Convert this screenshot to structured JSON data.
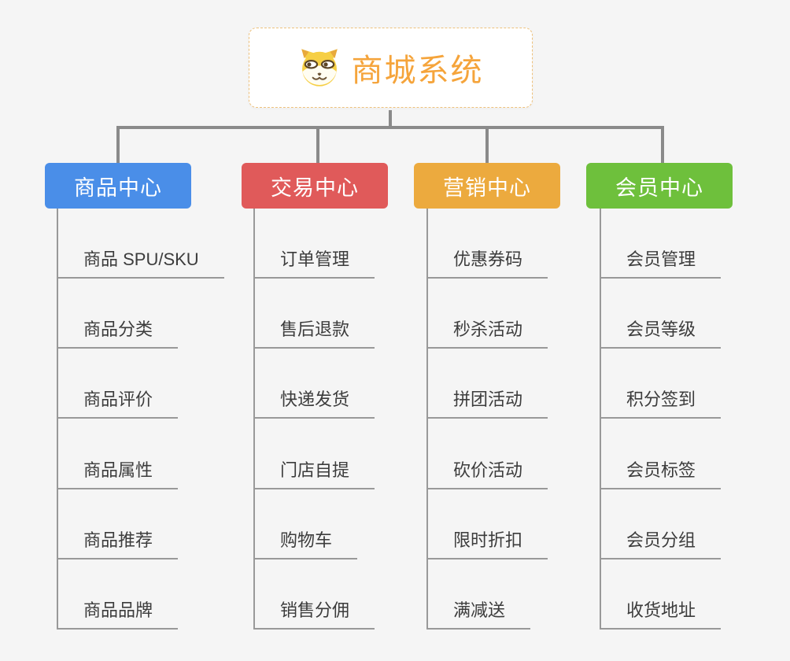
{
  "page": {
    "background": "#f5f5f5",
    "connector_color": "#8a8a8a",
    "line_color": "#999999",
    "child_text_color": "#3c3c3c"
  },
  "root": {
    "title": "商城系统",
    "icon": "doge-face-icon",
    "title_color": "#f5a43b",
    "border_color": "#eec17c"
  },
  "branches": [
    {
      "label": "商品中心",
      "color": "#4a8ee8",
      "children": [
        "商品 SPU/SKU",
        "商品分类",
        "商品评价",
        "商品属性",
        "商品推荐",
        "商品品牌"
      ]
    },
    {
      "label": "交易中心",
      "color": "#e05a5a",
      "children": [
        "订单管理",
        "售后退款",
        "快递发货",
        "门店自提",
        "购物车",
        "销售分佣"
      ]
    },
    {
      "label": "营销中心",
      "color": "#ecaa3e",
      "children": [
        "优惠券码",
        "秒杀活动",
        "拼团活动",
        "砍价活动",
        "限时折扣",
        "满减送"
      ]
    },
    {
      "label": "会员中心",
      "color": "#6ec03c",
      "children": [
        "会员管理",
        "会员等级",
        "积分签到",
        "会员标签",
        "会员分组",
        "收货地址"
      ]
    }
  ]
}
